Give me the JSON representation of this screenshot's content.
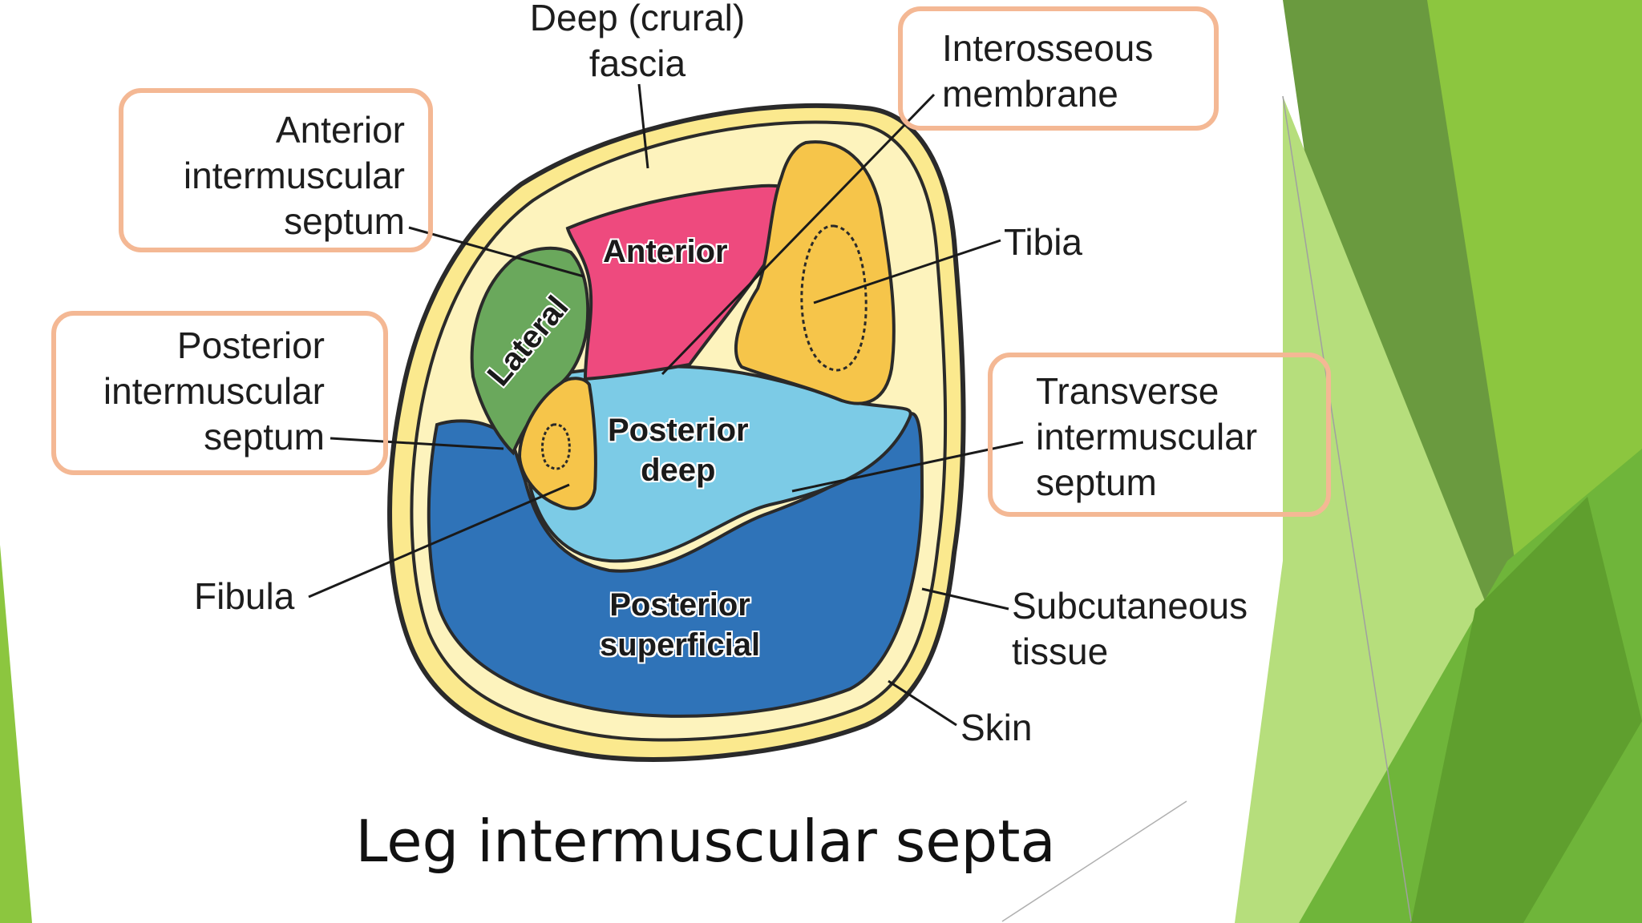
{
  "slide": {
    "title": "Leg intermuscular septa",
    "accent_colors": [
      "#8cc63f",
      "#6a9a3f",
      "#5f9f2e",
      "#b6de7c"
    ]
  },
  "compartments": {
    "anterior": "Anterior",
    "lateral": "Lateral",
    "posterior_deep": [
      "Posterior",
      "deep"
    ],
    "posterior_superficial": [
      "Posterior",
      "superficial"
    ]
  },
  "labels": {
    "deep_fascia": [
      "Deep (crural)",
      "fascia"
    ],
    "interosseous_membrane": [
      "Interosseous",
      "membrane"
    ],
    "anterior_septum": [
      "Anterior",
      "intermuscular",
      "septum"
    ],
    "tibia": "Tibia",
    "posterior_septum": [
      "Posterior",
      "intermuscular",
      "septum"
    ],
    "transverse_septum": [
      "Transverse",
      "intermuscular",
      "septum"
    ],
    "fibula": "Fibula",
    "subcutaneous_tissue": [
      "Subcutaneous",
      "tissue"
    ],
    "skin": "Skin"
  },
  "colors": {
    "subcutaneous": "#fbe98e",
    "anterior": "#ee4a7e",
    "lateral": "#6aa85c",
    "posterior_deep": "#7ccbe6",
    "posterior_superficial": "#2f73b8",
    "bone": "#f6c54a",
    "callout_border": "#f4b894"
  }
}
